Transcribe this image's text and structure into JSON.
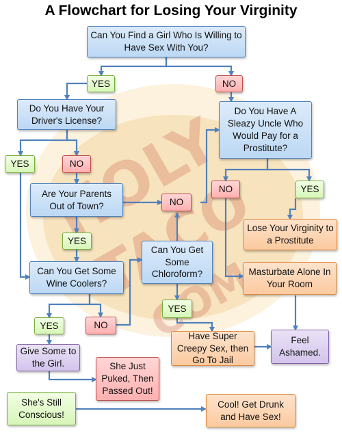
{
  "title": "A Flowchart for Losing Your Virginity",
  "watermark": {
    "line1": "HOLY",
    "line2": "TACO",
    "line3": "COM"
  },
  "nodes": {
    "q_find_girl": "Can You Find a Girl Who Is Willing to Have Sex With You?",
    "yes1": "YES",
    "no1": "NO",
    "q_license": "Do You Have Your Driver's License?",
    "q_uncle": "Do You Have A Sleazy Uncle Who Would Pay for a Prostitute?",
    "yes2": "YES",
    "no2": "NO",
    "q_parents": "Are Your Parents Out of Town?",
    "no3": "NO",
    "no4": "NO",
    "yes4": "YES",
    "yes3": "YES",
    "prostitute": "Lose Your Virginity to a Prostitute",
    "q_chloroform": "Can You Get Some Chloroform?",
    "masturbate": "Masturbate Alone In Your Room",
    "q_wine": "Can You Get Some Wine Coolers?",
    "yes5": "YES",
    "no5": "NO",
    "yes6": "YES",
    "creepy": "Have Super Creepy Sex, then Go To Jail",
    "ashamed": "Feel Ashamed.",
    "give_girl": "Give Some to the Girl.",
    "puked": "She Just Puked, Then Passed Out!",
    "conscious": "She's Still Conscious!",
    "drunk": "Cool! Get Drunk and Have Sex!"
  },
  "colors": {
    "question": "#bcd8f4",
    "yes": "#d7f5b8",
    "no": "#ffb0b0",
    "outcome": "#fbcaa0",
    "emotion": "#d3c4ec",
    "arrow": "#4f81bd"
  }
}
